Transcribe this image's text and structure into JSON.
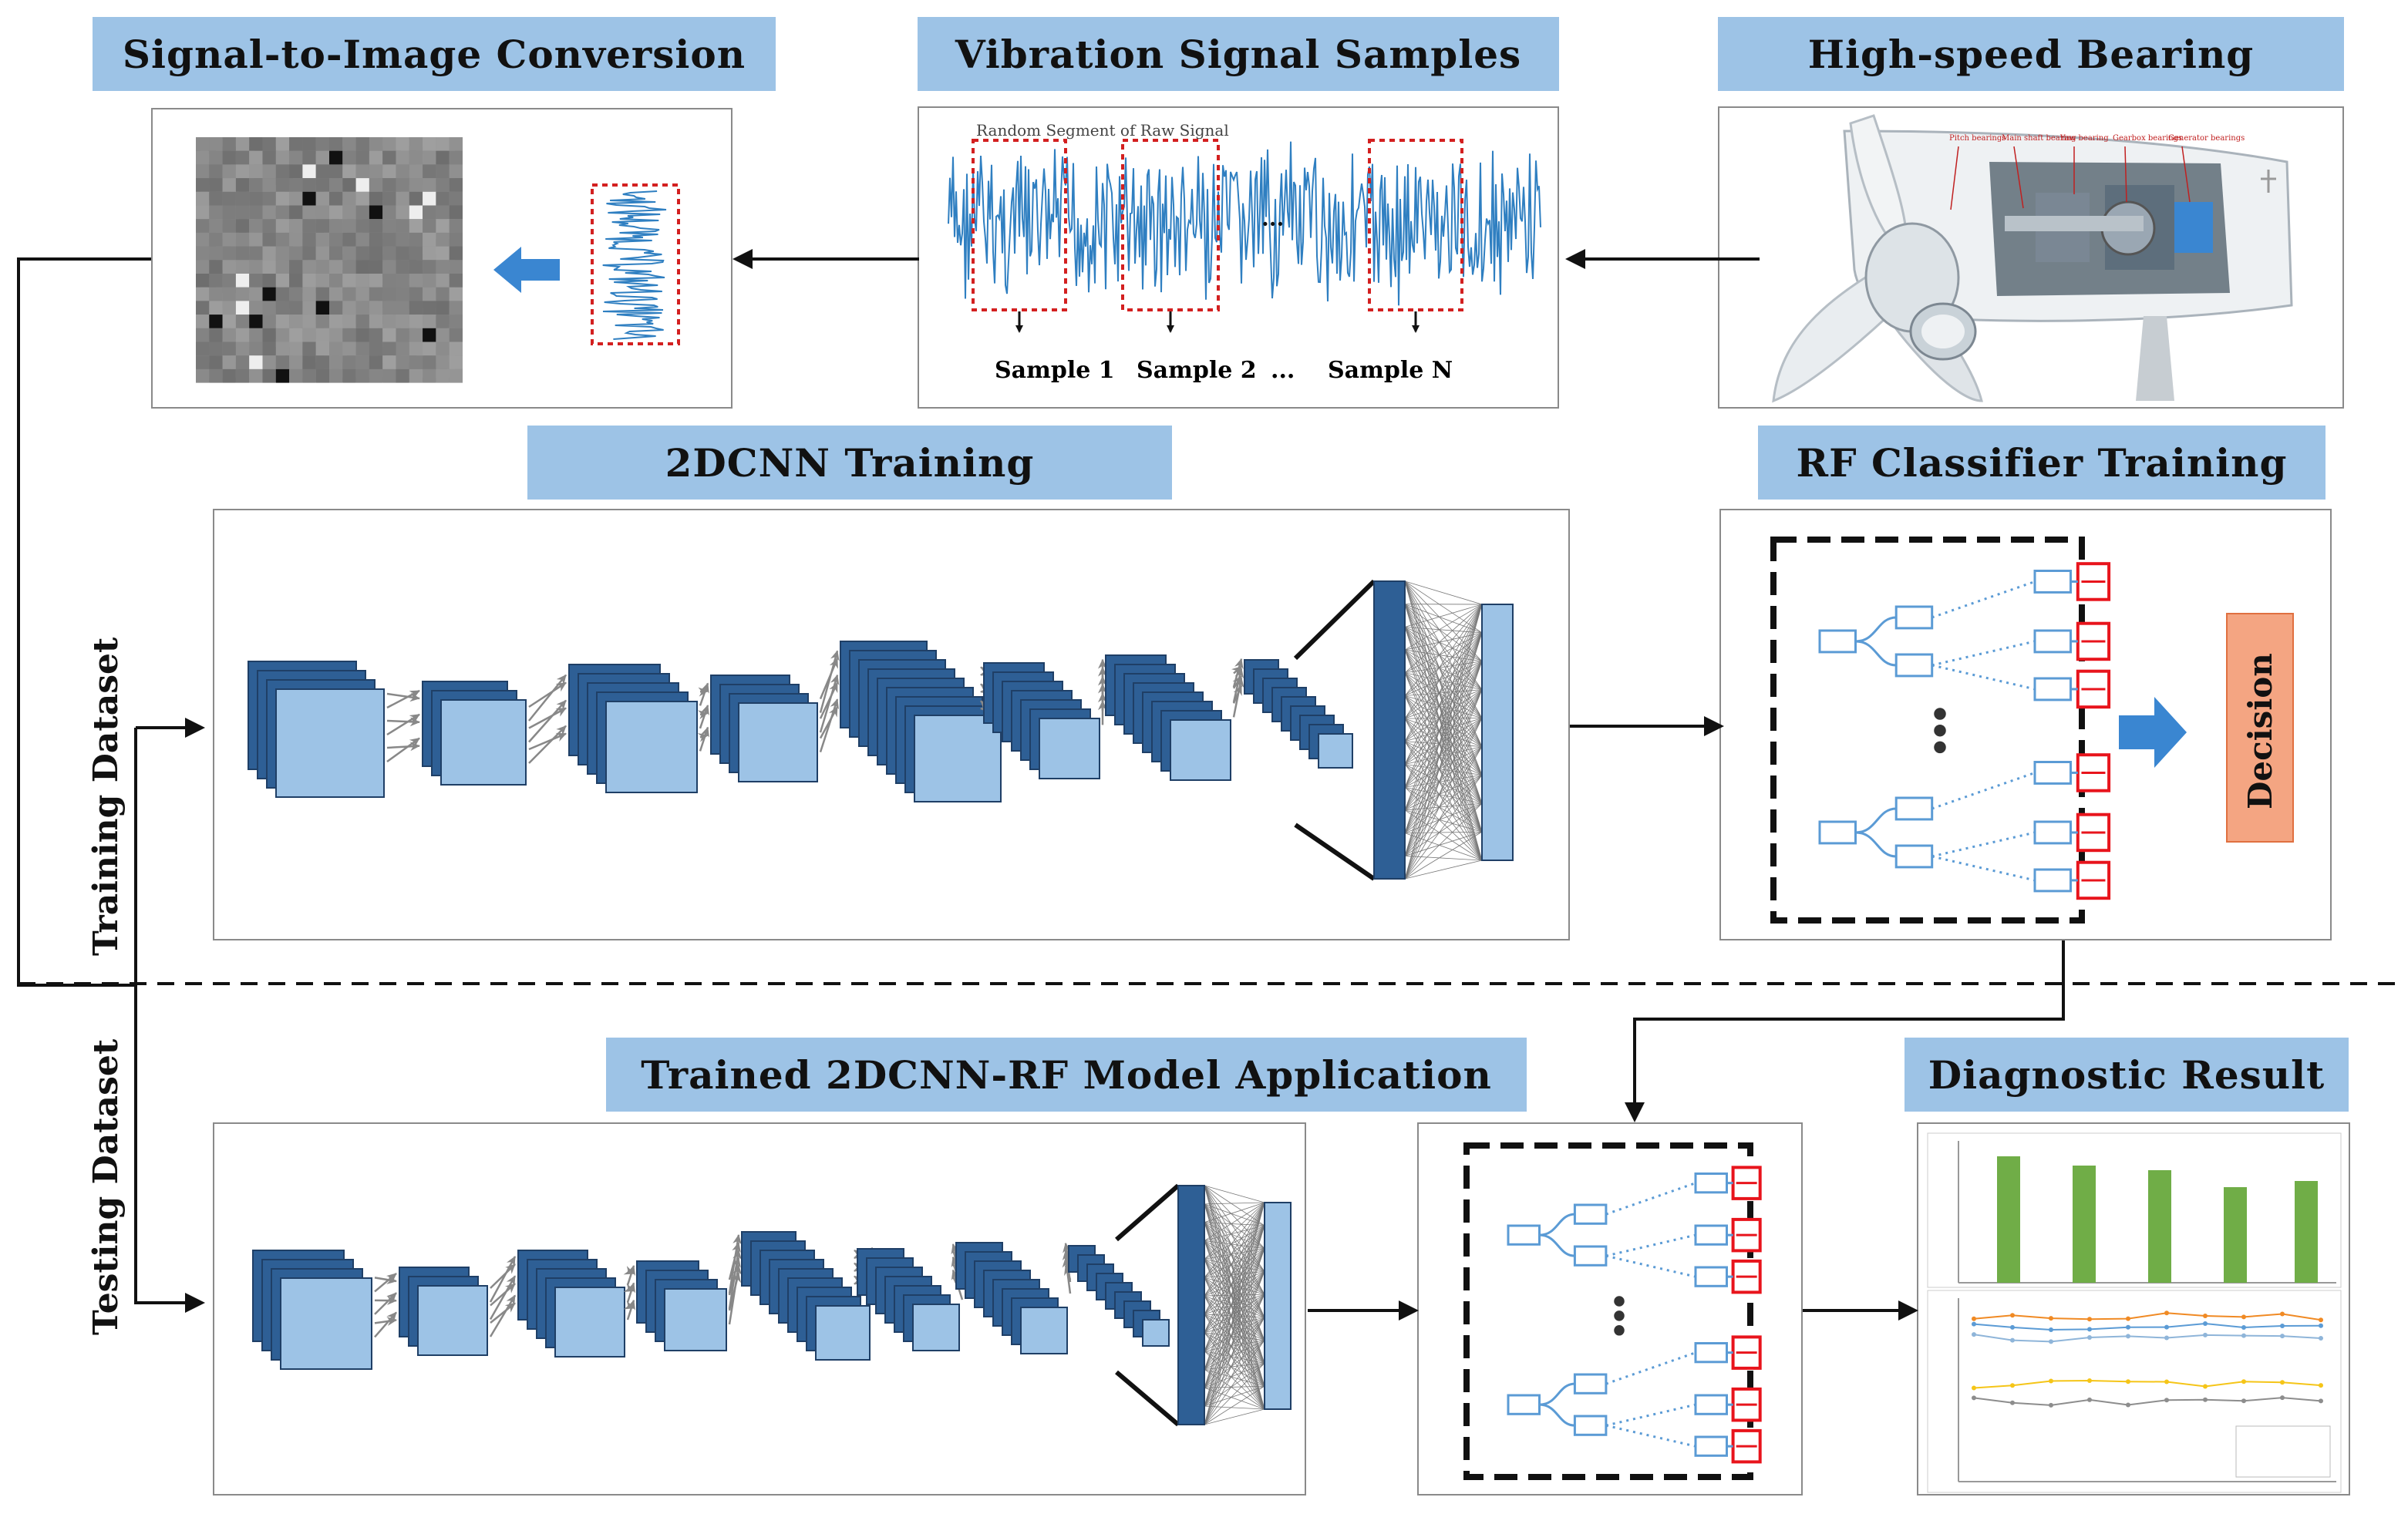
{
  "headers": {
    "signal_to_image": "Signal-to-Image Conversion",
    "vibration_samples": "Vibration Signal Samples",
    "bearing": "High-speed Bearing",
    "cnn_training": "2DCNN Training",
    "rf_training": "RF Classifier Training",
    "model_application": "Trained 2DCNN-RF Model Application",
    "diagnostic_result": "Diagnostic Result"
  },
  "vibration": {
    "segment_label": "Random Segment of Raw Signal",
    "sample_1": "Sample 1",
    "sample_2": "Sample 2",
    "ellipsis": "...",
    "sample_n": "Sample N"
  },
  "bearing_labels": {
    "pitch": "Pitch bearings",
    "main_shaft": "Main shaft bearing",
    "yaw": "Yaw bearing",
    "gearbox": "Gearbox bearings",
    "generator": "Generator bearings"
  },
  "side_labels": {
    "training": "Training Dataset",
    "testing": "Testing Dataset"
  },
  "decision": "Decision",
  "colors": {
    "header_bg": "#9dc3e6",
    "cnn_dark": "#2e5f95",
    "cnn_light": "#9dc3e6",
    "tree_blue": "#5b9bd5",
    "leaf_red": "#e8141c",
    "decision_orange": "#f4a582",
    "bar_green": "#70ad47",
    "signal_blue": "#2f7fc1"
  },
  "icons": {
    "big_arrow": "arrow-right-icon",
    "back_arrow": "arrow-left-icon"
  }
}
